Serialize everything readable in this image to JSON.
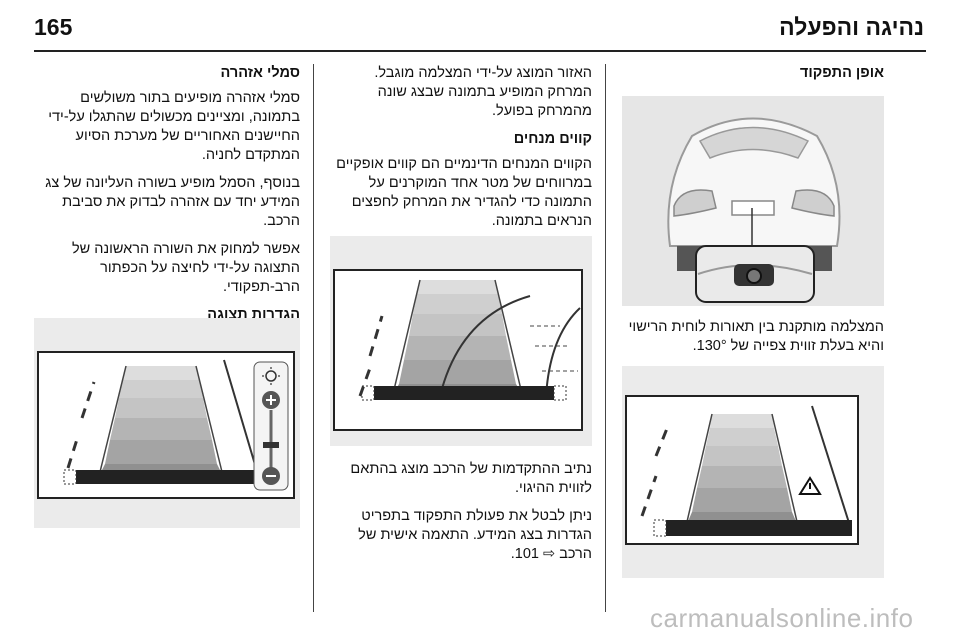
{
  "header": {
    "page_number": "165",
    "title": "נהיגה והפעלה"
  },
  "column_right": {
    "heading": "אופן התפקוד",
    "caption": "המצלמה מותקנת בין תאורות לוחית הרישוי והיא בעלת זווית צפייה של 130°."
  },
  "column_middle": {
    "intro": "האזור המוצג על-ידי המצלמה מוגבל. המרחק המופיע בתמונה שבצג שונה מהמרחק בפועל.",
    "section_heading": "קווים מנחים",
    "section_text": "הקווים המנחים הדינמיים הם קווים אופקיים במרווחים של מטר אחד המוקרנים על התמונה כדי להגדיר את המרחק לחפצים הנראים בתמונה.",
    "after_figure_1": "נתיב ההתקדמות של הרכב מוצג בהתאם לזווית ההיגוי.",
    "after_figure_2": "ניתן לבטל את פעולת התפקוד בתפריט הגדרות בצג המידע. התאמה אישית של הרכב ⇨ 101."
  },
  "column_left": {
    "heading": "סמלי אזהרה",
    "p1": "סמלי אזהרה מופיעים בתור משולשים בתמונה, ומציינים מכשולים שהתגלו על-ידי החיישנים האחוריים של מערכת הסיוע המתקדם לחניה.",
    "p2": "בנוסף, הסמל מופיע בשורה העליונה של צג המידע יחד עם אזהרה לבדוק את סביבת הרכב.",
    "p3": "אפשר למחוק את השורה הראשונה של התצוגה על-ידי לחיצה על הכפתור הרב-תפקודי.",
    "heading2": "הגדרות תצוגה"
  },
  "warning_symbol": "⚠",
  "watermark": "carmanualsonline.info"
}
